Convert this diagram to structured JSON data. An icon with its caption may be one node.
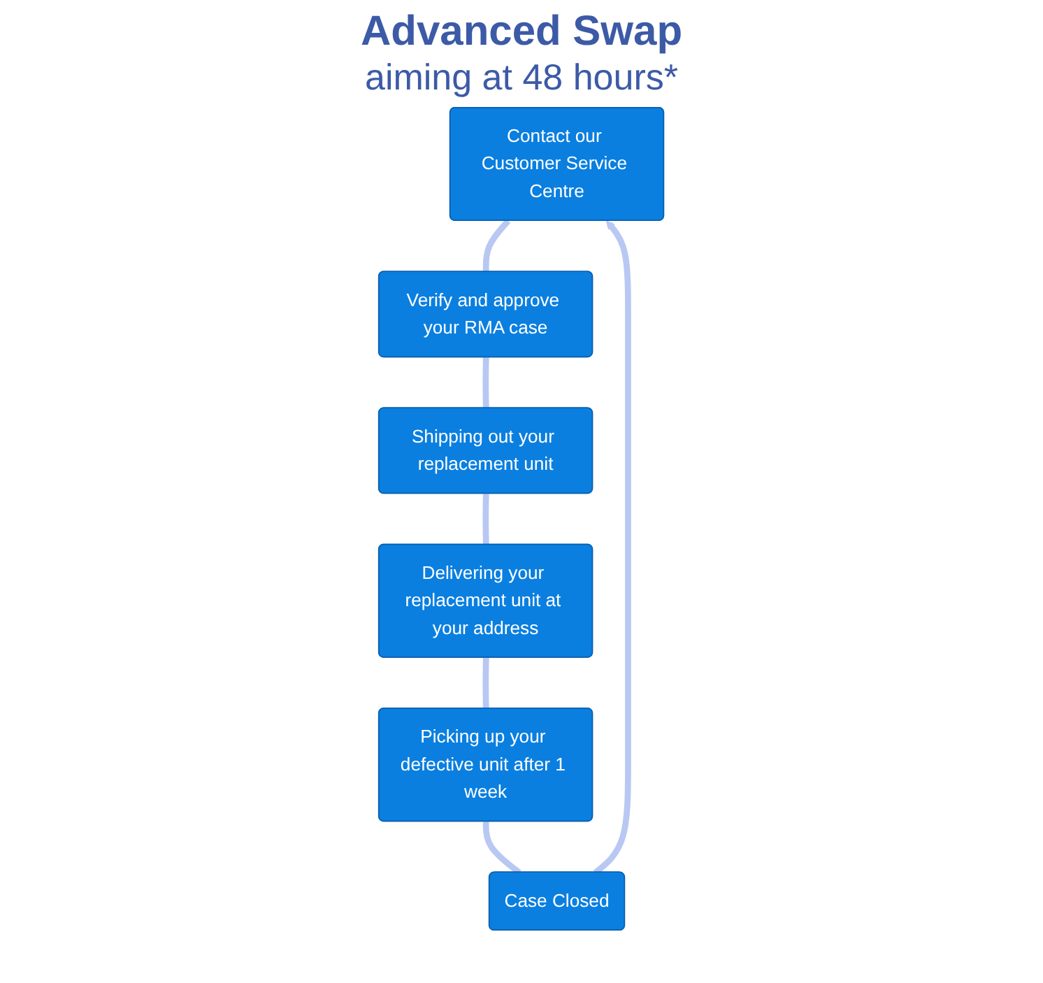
{
  "diagram": {
    "title": "Advanced Swap",
    "nodes": [
      {
        "text": [
          "Contact our Customer Service Centre"
        ]
      },
      {
        "text": [
          "Verify and approve your RMA case"
        ]
      },
      {
        "text": [
          "Shipping out your replacement unit"
        ]
      },
      {
        "text": [
          "Delivering your replacement unit at your address"
        ]
      },
      {
        "text": [
          "Picking up your defective unit after 1 week"
        ]
      },
      {
        "text": [
          "Case Closed"
        ]
      }
    ],
    "edges": [
      {
        "from": 0,
        "to": 1,
        "arrow": "none"
      },
      {
        "from": 1,
        "to": 2,
        "arrow": "none"
      },
      {
        "from": 2,
        "to": 3,
        "arrow": "none"
      },
      {
        "from": 3,
        "to": 4,
        "arrow": "none"
      },
      {
        "from": 4,
        "to": 5,
        "arrow": "none"
      },
      {
        "from": 5,
        "to": 0,
        "arrow": "to"
      }
    ],
    "labels": [
      "aiming at 48 hours*"
    ]
  }
}
